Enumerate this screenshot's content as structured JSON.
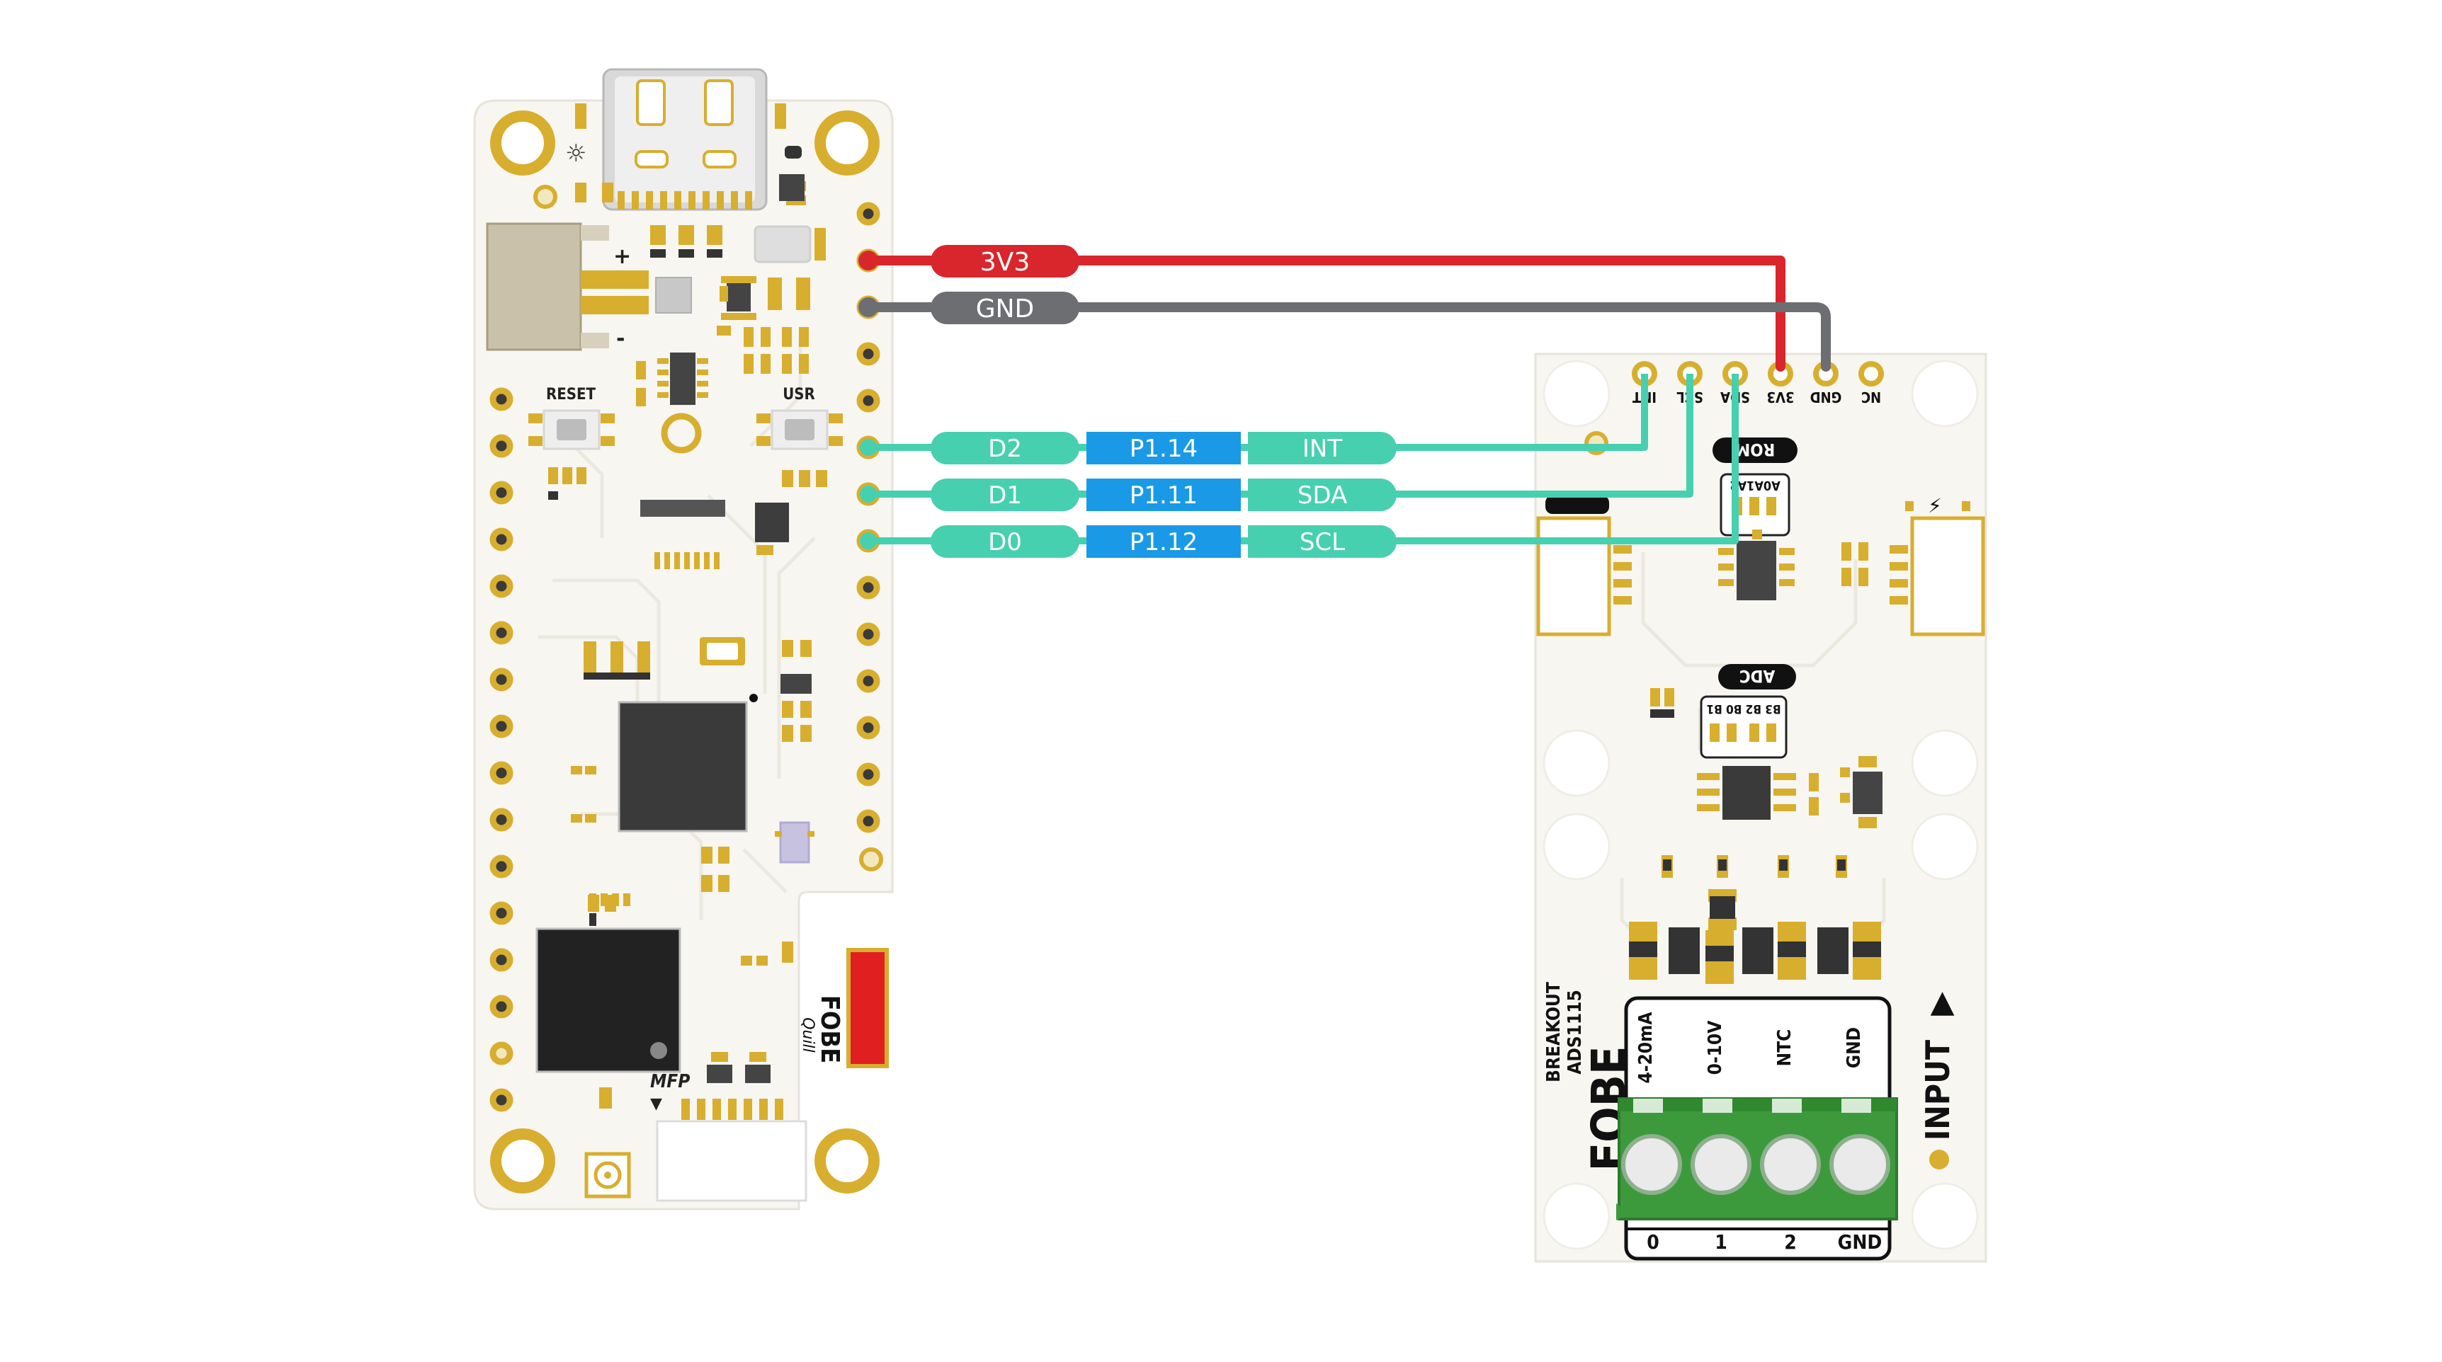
{
  "left_board": {
    "brand": "FOBE",
    "model": "Quill",
    "labels": {
      "plus": "+",
      "minus": "-",
      "reset": "RESET",
      "usr": "USR",
      "mfp": "MFP",
      "mfp_arrow": "▼",
      "sun": "☼"
    }
  },
  "right_board": {
    "brand": "FOBE",
    "title": "BREAKOUT",
    "model": "ADS1115",
    "header_pins": [
      "INT",
      "SCL",
      "SDA",
      "3V3",
      "GND",
      "NC"
    ],
    "rom_badge": "ROM",
    "rom_address_bits": "A0A1A2",
    "adc_badge": "ADC",
    "adc_bits": "B3 B2 B0 B1",
    "input_label": "INPUT",
    "input_arrow": "▶",
    "terminal_top": [
      "4-20mA",
      "0-10V",
      "NTC",
      "GND"
    ],
    "terminal_bottom": [
      "0",
      "1",
      "2",
      "GND"
    ],
    "jumper_mark": "⚡"
  },
  "wires": {
    "power": [
      {
        "label": "3V3",
        "color": "#d9262c"
      },
      {
        "label": "GND",
        "color": "#6c6e72"
      }
    ],
    "signals": [
      {
        "pin": "D2",
        "port": "P1.14",
        "function": "INT"
      },
      {
        "pin": "D1",
        "port": "P1.11",
        "function": "SDA"
      },
      {
        "pin": "D0",
        "port": "P1.12",
        "function": "SCL"
      }
    ],
    "signal_color": "#46d0b0",
    "port_color": "#1a9ae6"
  },
  "colors": {
    "board": "#f7f6f1",
    "board_outline": "#e8e6dc",
    "gold": "#d8ae2e",
    "terminal_green": "#3c9a3c"
  }
}
